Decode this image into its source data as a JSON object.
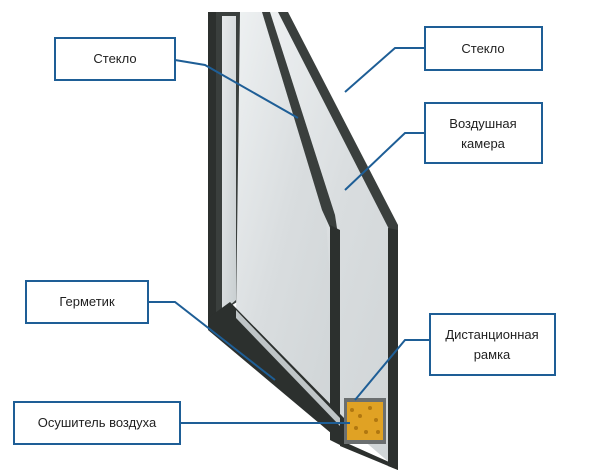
{
  "labels": {
    "glass_left": "Стекло",
    "glass_right": "Стекло",
    "air_chamber_line1": "Воздушная",
    "air_chamber_line2": "камера",
    "sealant": "Герметик",
    "spacer_line1": "Дистанционная",
    "spacer_line2": "рамка",
    "desiccant": "Осушитель воздуха"
  },
  "colors": {
    "callout_border": "#1e5e96",
    "leader_line": "#1e5e96",
    "frame_dark": "#2c302e",
    "glass_tint": "#dfe3e4",
    "desiccant": "#e0a224"
  }
}
